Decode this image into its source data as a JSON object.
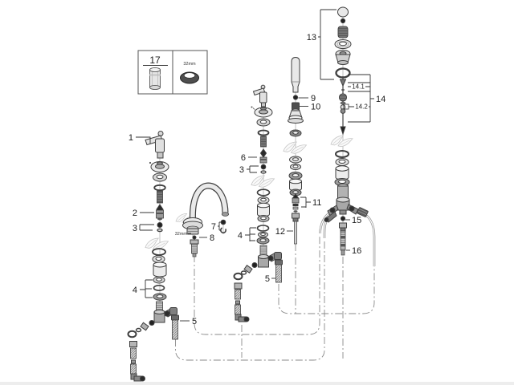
{
  "diagram": {
    "type": "exploded-parts-diagram",
    "callouts": {
      "c1": "1",
      "c2": "2",
      "c3": "3",
      "c4": "4",
      "c5": "5",
      "c6": "6",
      "c7": "7",
      "c8": "8",
      "c9": "9",
      "c10": "10",
      "c11": "11",
      "c12": "12",
      "c13": "13",
      "c14": "14",
      "c14_1": "14.1",
      "c14_2": "14.2",
      "c15": "15",
      "c16": "16",
      "c17": "17"
    },
    "dimensions": {
      "box_ring": "32mm",
      "spout_nut": "32mm"
    },
    "colors": {
      "line": "#3f3f3f",
      "centerline": "#8a8a8a",
      "leaf": "#c6c6c6"
    }
  }
}
